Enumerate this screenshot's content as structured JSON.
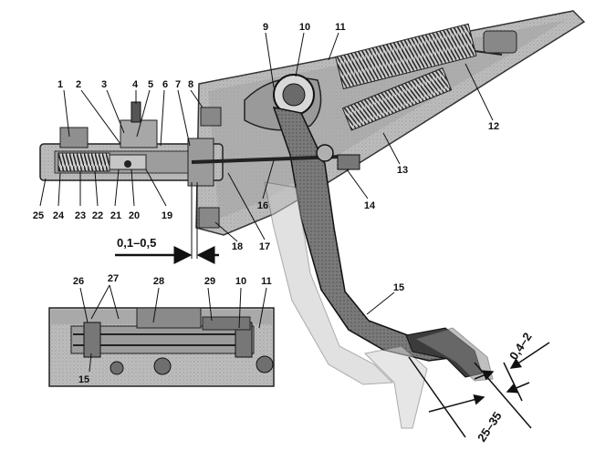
{
  "labels": {
    "l1": "1",
    "l2": "2",
    "l3": "3",
    "l4": "4",
    "l5": "5",
    "l6": "6",
    "l7": "7",
    "l8": "8",
    "l9": "9",
    "l10": "10",
    "l11": "11",
    "l12": "12",
    "l13": "13",
    "l14": "14",
    "l15": "15",
    "l16": "16",
    "l17": "17",
    "l18": "18",
    "l19": "19",
    "l20": "20",
    "l21": "21",
    "l22": "22",
    "l23": "23",
    "l24": "24",
    "l25": "25",
    "i26": "26",
    "i27": "27",
    "i28": "28",
    "i29": "29",
    "i10": "10",
    "i11": "11",
    "i15": "15"
  },
  "dimensions": {
    "gap": "0,1–0,5",
    "travel": "25–35",
    "free_play": "0,4–2"
  }
}
